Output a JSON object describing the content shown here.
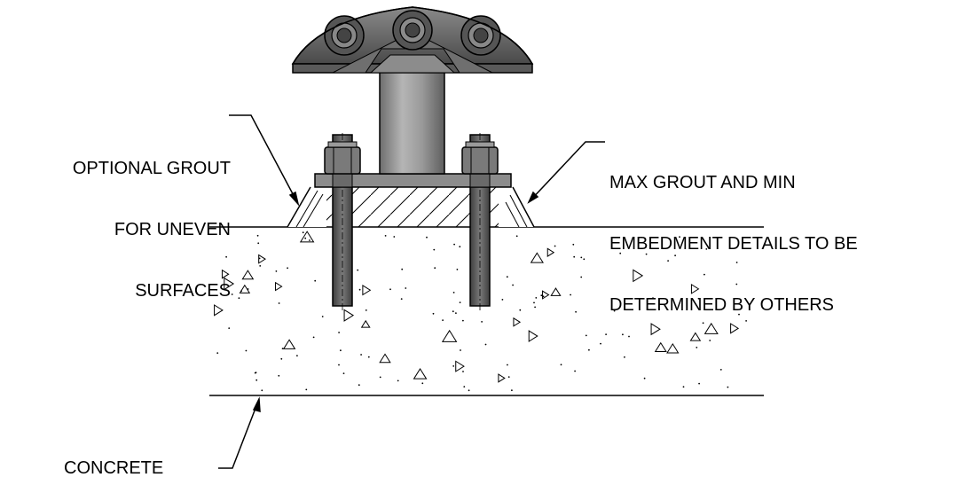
{
  "labels": {
    "optional_grout": [
      "OPTIONAL GROUT",
      "FOR UNEVEN",
      "SURFACES"
    ],
    "max_grout": [
      "MAX GROUT AND MIN",
      "EMBEDMENT DETAILS TO BE",
      "DETERMINED BY OTHERS"
    ],
    "concrete": "CONCRETE"
  },
  "colors": {
    "line": "#000000",
    "steel_dark": "#5a5a5a",
    "steel_mid": "#8c8c8c",
    "steel_light": "#c8c8c8",
    "background": "#ffffff"
  }
}
